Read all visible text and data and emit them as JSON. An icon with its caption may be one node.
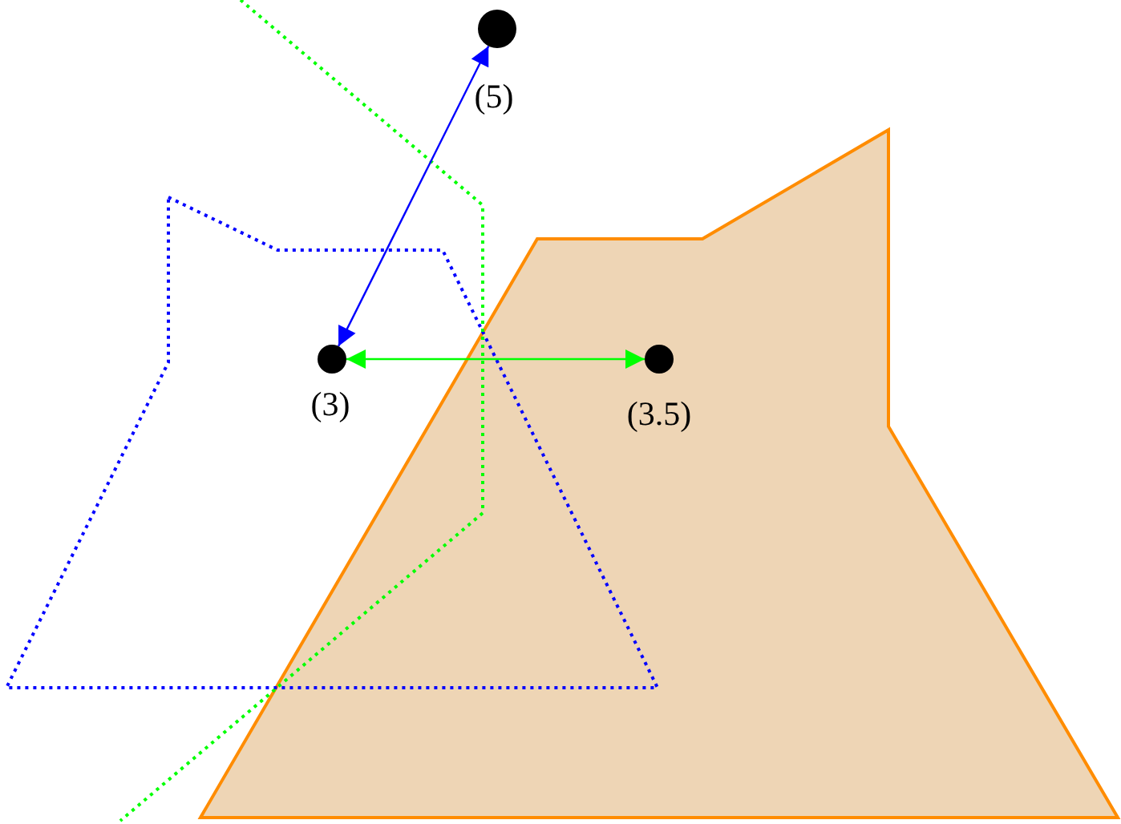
{
  "diagram": {
    "nodes": [
      {
        "text": [],
        "shape": "circle",
        "beside": [
          "(5)"
        ]
      },
      {
        "text": [],
        "shape": "circle",
        "beside": [
          "(3)"
        ]
      },
      {
        "text": [],
        "shape": "circle",
        "beside": [
          "(3.5)"
        ]
      }
    ],
    "edges": [
      {
        "from": 0,
        "to": 1,
        "arrow": "both",
        "color": "#0000ff"
      },
      {
        "from": 1,
        "to": 2,
        "arrow": "both",
        "color": "#00ff00"
      }
    ]
  }
}
